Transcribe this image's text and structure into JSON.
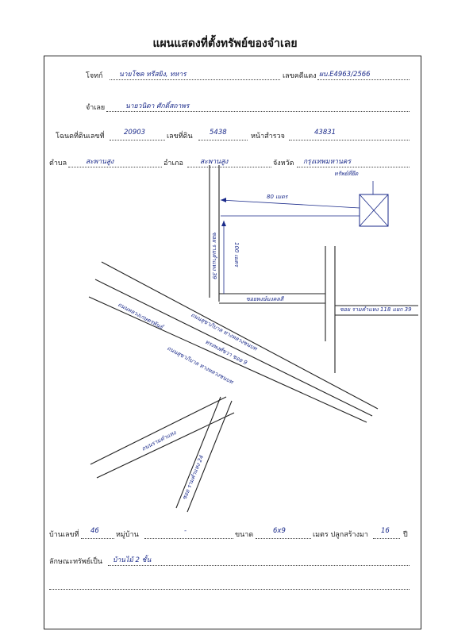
{
  "title": "แผนแสดงที่ตั้งทรัพย์ของจำเลย",
  "form": {
    "plaintiff_label": "โจทก์",
    "plaintiff_value": "นายโชค ทรีสยิง, ทหาร",
    "case_no_label": "เลขคดีแดง",
    "case_no_value": "ผบ.E4963/2566",
    "defendant_label": "จำเลย",
    "defendant_value": "นายวนิดา ศักดิ์สถาพร",
    "deed_no_label": "โฉนดที่ดินเลขที่",
    "deed_no_value": "20903",
    "land_no_label": "เลขที่ดิน",
    "land_no_value": "5438",
    "survey_page_label": "หน้าสำรวจ",
    "survey_page_value": "43831",
    "subdistrict_label": "ตำบล",
    "subdistrict_value": "สะพานสูง",
    "district_label": "อำเภอ",
    "district_value": "สะพานสูง",
    "province_label": "จังหวัด",
    "province_value": "กรุงเทพมหานคร",
    "house_no_label": "บ้านเลขที่",
    "house_no_value": "46",
    "village_label": "หมู่บ้าน",
    "village_value": "-",
    "size_label": "ขนาด",
    "size_value": "6x9",
    "size_unit_label": "เมตร ปลูกสร้างมา",
    "built_years_value": "16",
    "built_years_unit": "ปี",
    "property_type_label": "ลักษณะทรัพย์เป็น",
    "property_type_value": "บ้านไม้ 2 ชั้น"
  },
  "map": {
    "property_label": "ทรัพย์ที่ยึด",
    "distance_horizontal": "80 เมตร",
    "distance_vertical": "100 เมตร",
    "soi_ramkhamhaeng_39": "ซอย รามคำแหง 39",
    "soi_chaimongkol": "ซอยพงษ์มงคลสี",
    "soi_ramkhamhaeng_118": "ซอย รามคำแหง 118 แยก 39",
    "road_main_upper": "ถนนสุขาภิบาล ทางหลวงชนบท",
    "road_main_lower": "ถนนสุขาภิบาล ทางหลวงชนบท",
    "road_left_diag": "ถนนหลวงเกษตรพันธ์",
    "road_center": "ทรงพงศ์ขวา ซอย 9",
    "road_lower_left": "ถนนรามคำแหง",
    "road_bottom": "ซอย รามคำแหง 24"
  }
}
